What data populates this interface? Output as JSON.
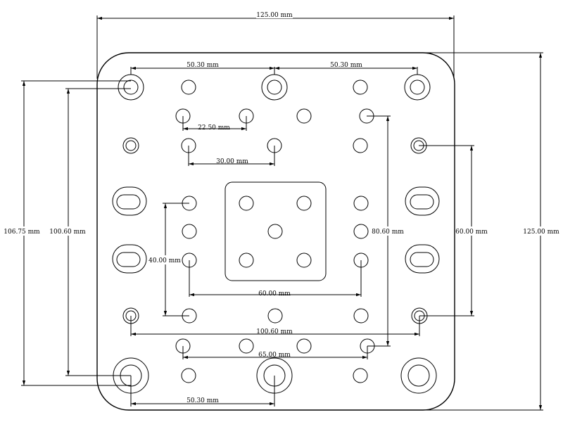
{
  "drawing": {
    "dimensions": {
      "overall_width": "125.00 mm",
      "overall_height": "125.00 mm",
      "top_spacing_left": "50.30 mm",
      "top_spacing_right": "50.30 mm",
      "small_hole_spacing": "22.50 mm",
      "row_spacing": "30.00 mm",
      "left_vertical_outer": "106.75 mm",
      "left_vertical_inner": "100.60 mm",
      "center_left_vertical": "40.00 mm",
      "center_horizontal": "60.00 mm",
      "right_inner_vertical": "80.60 mm",
      "right_outer_vertical": "60.00 mm",
      "lower_horizontal": "100.60 mm",
      "bottom_row_spacing": "65.00 mm",
      "bottom_spacing": "50.30 mm"
    }
  }
}
